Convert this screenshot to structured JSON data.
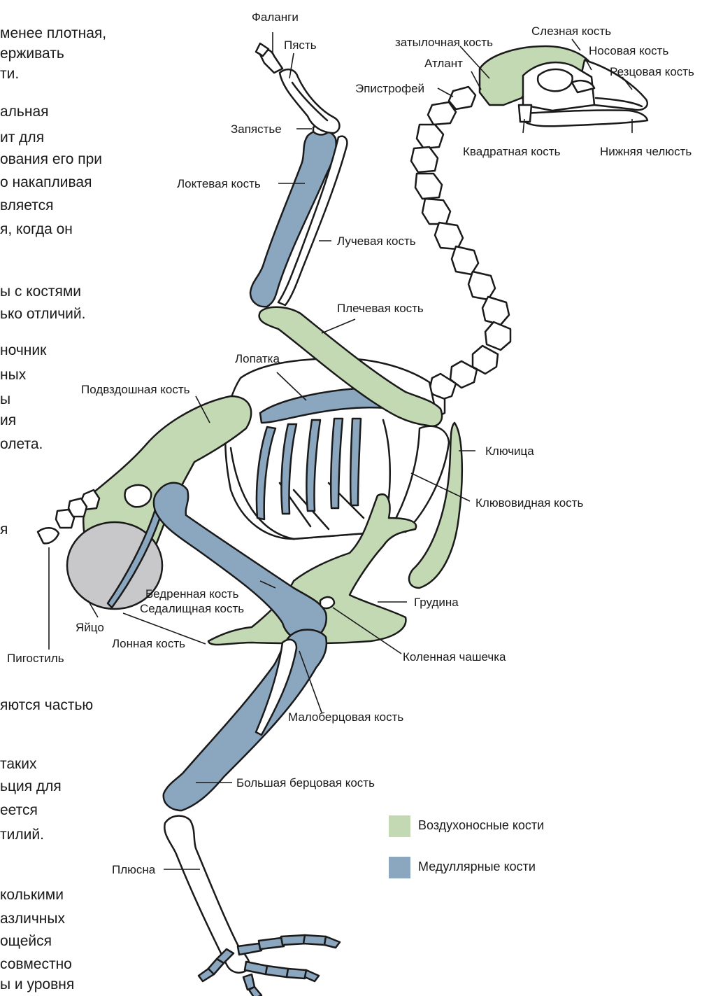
{
  "body_text": {
    "lines": [
      "менее плотная,",
      "ерживать",
      "ти.",
      "альная",
      "ит для",
      "ования его при",
      "о накапливая",
      "вляется",
      "я, когда он",
      "ы с костями",
      "ько отличий.",
      "ночник",
      "ных",
      "ы",
      "ия",
      "олета.",
      "я",
      "яются частью",
      "таких",
      "ьция для",
      "еется",
      "тилий.",
      "колькими",
      "азличных",
      "ощейся",
      "совместно",
      "ы  и уровня"
    ]
  },
  "labels": {
    "phalanges": "Фаланги",
    "metacarpus": "Пясть",
    "carpus": "Запястье",
    "ulna": "Локтевая кость",
    "radius": "Лучевая кость",
    "humerus": "Плечевая кость",
    "scapula": "Лопатка",
    "ilium": "Подвздошная кость",
    "occipital": "затылочная кость",
    "lacrimal": "Слезная кость",
    "nasal": "Носовая кость",
    "incisive": "Резцовая кость",
    "atlas": "Атлант",
    "axis": "Эпистрофей",
    "quadrate": "Квадратная кость",
    "mandible": "Нижняя челюсть",
    "clavicle": "Ключица",
    "coracoid": "Клювовидная кость",
    "sternum": "Грудина",
    "femur": "Бедренная кость",
    "ischium": "Седалищная кость",
    "egg": "Яйцо",
    "pubis": "Лонная кость",
    "pygostyle": "Пигостиль",
    "patella": "Коленная чашечка",
    "fibula": "Малоберцовая кость",
    "tibia": "Большая берцовая кость",
    "tarsus": "Плюсна"
  },
  "legend": {
    "pneumatic": {
      "label": "Воздухоносные кости",
      "color": "#c3d9b4"
    },
    "medullary": {
      "label": "Медуллярные кости",
      "color": "#8ba6bf"
    }
  },
  "colors": {
    "egg": "#c8c8ca",
    "outline": "#1a1a1a",
    "bone_plain": "#ffffff"
  }
}
